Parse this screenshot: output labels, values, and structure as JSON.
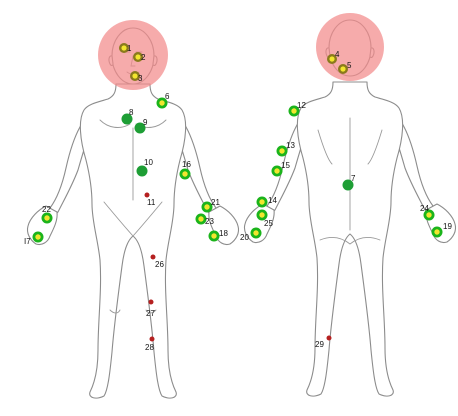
{
  "colors": {
    "head_zone": "#f28b8b",
    "ring_outer": "#1bb41b",
    "ring_inner": "#f2e62e",
    "head_point": "#8a7a1c",
    "solid_point": "#1e9e35",
    "small_point": "#b52020"
  },
  "points": {
    "p1": {
      "label": "1",
      "style": "head-ring"
    },
    "p2": {
      "label": "2",
      "style": "head-ring"
    },
    "p3": {
      "label": "3",
      "style": "head-ring"
    },
    "p4": {
      "label": "4",
      "style": "head-ring"
    },
    "p5": {
      "label": "5",
      "style": "head-ring"
    },
    "p6": {
      "label": "6",
      "style": "ring"
    },
    "p7": {
      "label": "7",
      "style": "solid"
    },
    "p8": {
      "label": "8",
      "style": "solid"
    },
    "p9": {
      "label": "9",
      "style": "solid"
    },
    "p10": {
      "label": "10",
      "style": "solid"
    },
    "p11": {
      "label": "11",
      "style": "small"
    },
    "p12": {
      "label": "12",
      "style": "ring"
    },
    "p13": {
      "label": "13",
      "style": "ring"
    },
    "p14": {
      "label": "14",
      "style": "ring"
    },
    "p15": {
      "label": "15",
      "style": "ring"
    },
    "p16": {
      "label": "16",
      "style": "ring"
    },
    "p17": {
      "label": "I7",
      "style": "ring"
    },
    "p18": {
      "label": "18",
      "style": "ring"
    },
    "p19": {
      "label": "19",
      "style": "ring"
    },
    "p20": {
      "label": "20",
      "style": "ring"
    },
    "p21": {
      "label": "21",
      "style": "ring"
    },
    "p22": {
      "label": "22",
      "style": "ring"
    },
    "p23": {
      "label": "23",
      "style": "ring"
    },
    "p24": {
      "label": "24",
      "style": "ring"
    },
    "p25": {
      "label": "25",
      "style": "ring"
    },
    "p26": {
      "label": "26",
      "style": "small"
    },
    "p27": {
      "label": "27",
      "style": "small"
    },
    "p28": {
      "label": "28",
      "style": "small"
    },
    "p29": {
      "label": "29",
      "style": "small"
    }
  }
}
